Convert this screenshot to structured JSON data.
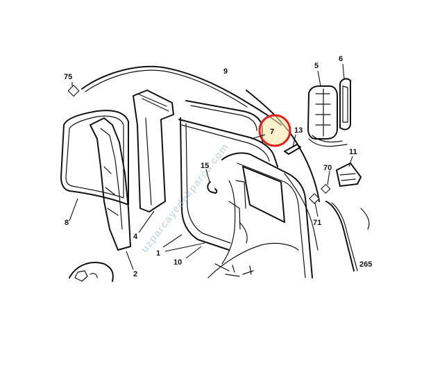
{
  "callouts": {
    "c1": "1",
    "c2": "2",
    "c4": "4",
    "c5": "5",
    "c6": "6",
    "c7": "7",
    "c8": "8",
    "c9": "9",
    "c10": "10",
    "c11": "11",
    "c13": "13",
    "c15": "15",
    "c70": "70",
    "c71": "71",
    "c75": "75",
    "c265": "265"
  },
  "watermark": "uzparcayedekparca.com",
  "highlight": {
    "target": "7",
    "ring_color": "#e02020",
    "fill_color": "#fde7a8"
  }
}
